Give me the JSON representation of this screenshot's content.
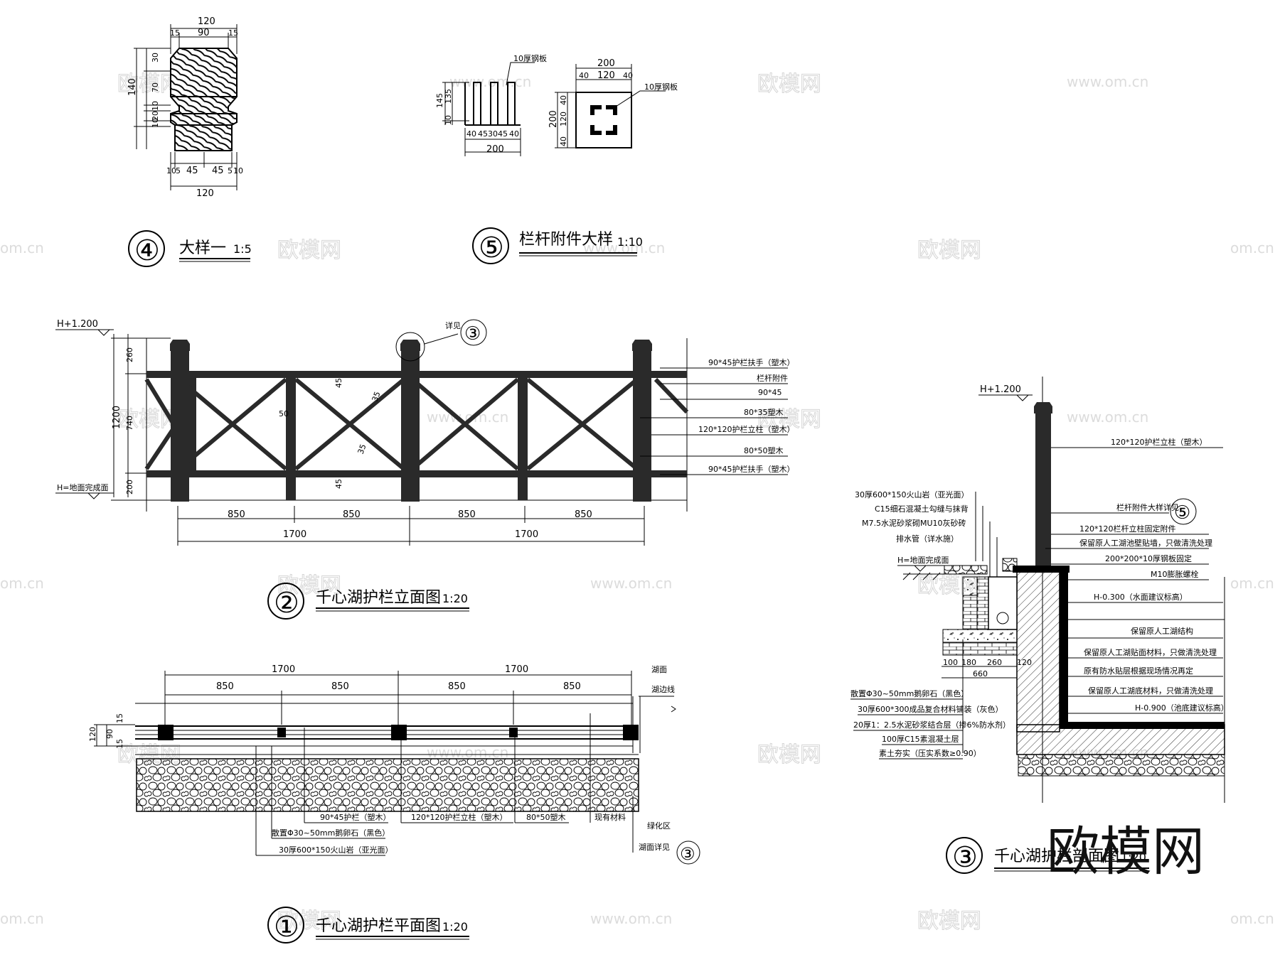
{
  "watermarks": {
    "cn": "欧模网",
    "url": "www.om.cn",
    "url_short": "om.cn",
    "brand": "欧模网"
  },
  "detail4": {
    "num": "④",
    "title": "大样一",
    "scale": "1:5",
    "dims_top": [
      "120",
      "15",
      "90",
      "15"
    ],
    "dims_left": [
      "30",
      "70",
      "10",
      "20",
      "10",
      "140"
    ],
    "dims_bottom": [
      "10",
      "5",
      "45",
      "45",
      "5",
      "10",
      "120"
    ]
  },
  "detail5": {
    "num": "⑤",
    "title": "栏杆附件大样",
    "scale": "1:10",
    "plate_label": "10厚钢板",
    "left_dims_v": [
      "145",
      "135",
      "10"
    ],
    "left_dims_h": [
      "40",
      "45",
      "30",
      "45",
      "40",
      "200"
    ],
    "right_dims_top": [
      "200",
      "40",
      "120",
      "40"
    ],
    "right_dims_v": [
      "40",
      "120",
      "40",
      "200"
    ]
  },
  "elevation": {
    "num": "②",
    "title": "千心湖护栏立面图",
    "scale": "1:20",
    "level_top": "H+1.200",
    "level_bottom": "H=地面完成面",
    "see_detail": "详见",
    "detail_ref": "③",
    "dims_v": [
      "260",
      "740",
      "200",
      "1200"
    ],
    "angles": [
      "45",
      "35",
      "50",
      "35",
      "45"
    ],
    "dims_h": [
      "850",
      "850",
      "850",
      "850"
    ],
    "dims_h_total": [
      "1700",
      "1700"
    ],
    "labels": [
      "90*45护栏扶手（塑木）",
      "栏杆附件",
      "90*45",
      "80*35塑木",
      "120*120护栏立柱（塑木）",
      "80*50塑木",
      "90*45护栏扶手（塑木）"
    ]
  },
  "section": {
    "num": "③",
    "title": "千心湖护栏剖面图",
    "scale": "1:20",
    "level_top": "H+1.200",
    "level_ground": "H=地面完成面",
    "level_water": "H-0.300（水面建议标高）",
    "level_bottom": "H-0.900（池底建议标高）",
    "post_label": "120*120护栏立柱（塑木）",
    "detail_ref_label": "栏杆附件大样详见",
    "detail_ref": "⑤",
    "right_labels": [
      "120*120栏杆立柱固定附件",
      "保留原人工湖池壁贴墙，只做清洗处理",
      "200*200*10厚钢板固定",
      "M10膨胀螺栓",
      "保留原人工湖结构",
      "保留原人工湖贴面材料，只做清洗处理",
      "原有防水贴层根据现场情况再定",
      "保留原人工湖底材料，只做清洗处理"
    ],
    "left_labels_top": [
      "30厚600*150火山岩（亚光面）",
      "C15细石混凝土勾缝与抹背",
      "M7.5水泥砂浆砌MU10灰砂砖",
      "排水管（详水施）"
    ],
    "left_labels_bottom": [
      "散置Φ30~50mm鹅卵石（黑色）",
      "30厚600*300成品复合材料铺装（灰色）",
      "20厚1：2.5水泥砂浆结合层（掺6%防水剂）",
      "100厚C15素混凝土层",
      "素土夯实（压实系数≥0.90）"
    ],
    "dims": [
      "100",
      "180",
      "260",
      "120",
      "660"
    ]
  },
  "plan": {
    "num": "①",
    "title": "千心湖护栏平面图",
    "scale": "1:20",
    "dims_total": [
      "1700",
      "1700"
    ],
    "dims": [
      "850",
      "850",
      "850",
      "850"
    ],
    "dims_left": [
      "120",
      "15",
      "90",
      "15"
    ],
    "label_lake": "湖面",
    "label_edge": "湖边线",
    "label_green": "绿化区",
    "label_section_ref": "湖面详见",
    "section_ref": "③",
    "bottom_labels": [
      "90*45护栏（塑木）",
      "120*120护栏立柱（塑木）",
      "80*50塑木",
      "现有材料",
      "散置Φ30~50mm鹅卵石（黑色）",
      "30厚600*150火山岩（亚光面）"
    ]
  }
}
